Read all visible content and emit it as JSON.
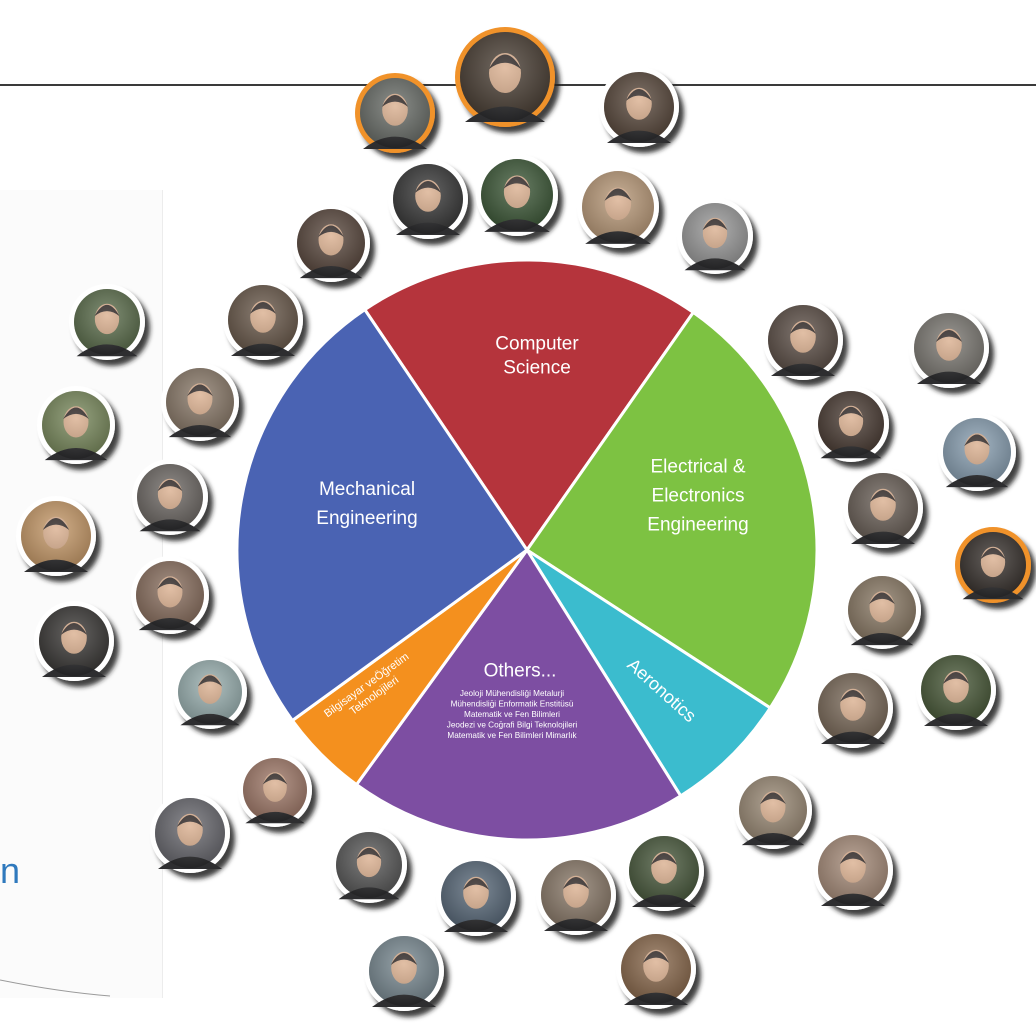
{
  "left_panel_letter": "n",
  "sectors": [
    {
      "id": "cs",
      "lines": [
        "Computer",
        "Science"
      ],
      "color": "#b5343c",
      "start": -34,
      "end": 35
    },
    {
      "id": "ee",
      "lines": [
        "Electrical &",
        "Electronics",
        "Engineering"
      ],
      "color": "#7dc242",
      "start": 35,
      "end": 123
    },
    {
      "id": "aero",
      "lines": [
        "Aeronotics"
      ],
      "color": "#3bbcce",
      "start": 123,
      "end": 148
    },
    {
      "id": "others",
      "lines": [
        "Others..."
      ],
      "color": "#7d4ea2",
      "start": 148,
      "end": 216
    },
    {
      "id": "bote",
      "lines": [
        "Bilgisayar veÖğretim",
        "Teknolojileri"
      ],
      "color": "#f4901e",
      "start": 216,
      "end": 234
    },
    {
      "id": "me",
      "lines": [
        "Mechanical",
        "Engineering"
      ],
      "color": "#4a63b3",
      "start": 234,
      "end": 326
    }
  ],
  "others_sublist": [
    "Jeoloji Mühendisliği  Metalurji",
    "Mühendisliği  Enformatik Enstitüsü",
    "Matematik ve Fen Bilimleri",
    "Jeodezi ve Coğrafi Bilgi Teknolojileri",
    "Matematik ve Fen Bilimleri  Mimarlık"
  ],
  "colors": {
    "highlight_ring": "#f0922b",
    "default_ring": "#ffffff",
    "shadow": "#2b2b2b",
    "top_rule": "#3a3a3a",
    "left_panel_text": "#2f79bd"
  },
  "portraits": [
    {
      "ring": "highlight",
      "tone": "#6b6f6a"
    },
    {
      "ring": "highlight",
      "tone": "#4b4036"
    },
    {
      "ring": "default",
      "tone": "#5a4a3e"
    },
    {
      "ring": "default",
      "tone": "#3a3a3a"
    },
    {
      "ring": "default",
      "tone": "#3f5a3a"
    },
    {
      "ring": "default",
      "tone": "#b99a7a"
    },
    {
      "ring": "default",
      "tone": "#9a9a9a"
    },
    {
      "ring": "default",
      "tone": "#5b4a40"
    },
    {
      "ring": "default",
      "tone": "#6a5a4c"
    },
    {
      "ring": "default",
      "tone": "#8a7a6a"
    },
    {
      "ring": "default",
      "tone": "#5d6f4e"
    },
    {
      "ring": "default",
      "tone": "#7a8a5e"
    },
    {
      "ring": "default",
      "tone": "#6f6a66"
    },
    {
      "ring": "default",
      "tone": "#c69a6a"
    },
    {
      "ring": "default",
      "tone": "#8a7060"
    },
    {
      "ring": "default",
      "tone": "#3c3a38"
    },
    {
      "ring": "default",
      "tone": "#9ab0b0"
    },
    {
      "ring": "default",
      "tone": "#5d5048"
    },
    {
      "ring": "default",
      "tone": "#7d7a74"
    },
    {
      "ring": "default",
      "tone": "#4c3e36"
    },
    {
      "ring": "default",
      "tone": "#8aa0b2"
    },
    {
      "ring": "default",
      "tone": "#6a6058"
    },
    {
      "ring": "highlight",
      "tone": "#3a3430"
    },
    {
      "ring": "default",
      "tone": "#8a7a66"
    },
    {
      "ring": "default",
      "tone": "#4a5a3a"
    },
    {
      "ring": "default",
      "tone": "#7a6a5a"
    },
    {
      "ring": "default",
      "tone": "#9a8a76"
    },
    {
      "ring": "default",
      "tone": "#a68c7a"
    },
    {
      "ring": "default",
      "tone": "#a07a6a"
    },
    {
      "ring": "default",
      "tone": "#6a6a70"
    },
    {
      "ring": "default",
      "tone": "#5a5a5a"
    },
    {
      "ring": "default",
      "tone": "#5a6a7a"
    },
    {
      "ring": "default",
      "tone": "#8a7a6a"
    },
    {
      "ring": "default",
      "tone": "#4a5a3e"
    },
    {
      "ring": "default",
      "tone": "#7a8a92"
    },
    {
      "ring": "default",
      "tone": "#8a6a4e"
    },
    {
      "ring": "default",
      "tone": "#7a7066"
    },
    {
      "ring": "default",
      "tone": "#b0a08a"
    },
    {
      "ring": "default",
      "tone": "#5a4a42"
    },
    {
      "ring": "default",
      "tone": "#a89a86"
    },
    {
      "ring": "default",
      "tone": "#6a5a50"
    },
    {
      "ring": "default",
      "tone": "#aab4a0"
    },
    {
      "ring": "default",
      "tone": "#5a4a40"
    },
    {
      "ring": "default",
      "tone": "#8a8070"
    },
    {
      "ring": "default",
      "tone": "#909090"
    }
  ]
}
